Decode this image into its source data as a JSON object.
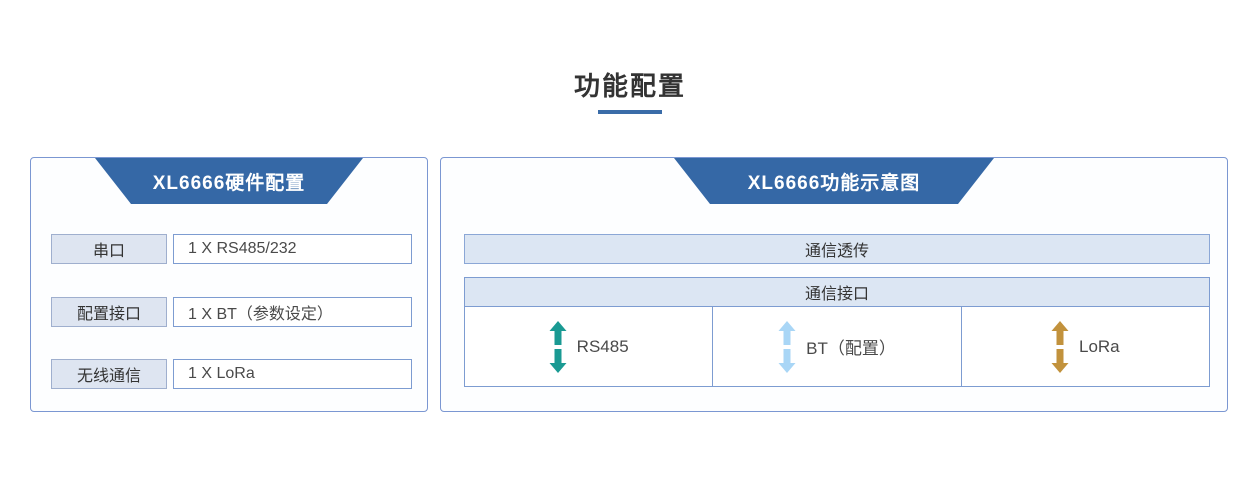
{
  "page": {
    "title": "功能配置",
    "accent": "#3568a6",
    "underline_color": "#3a6ca8"
  },
  "hardware_panel": {
    "header": "XL6666硬件配置",
    "rows": [
      {
        "label": "串口",
        "value": "1 X RS485/232"
      },
      {
        "label": "配置接口",
        "value": "1 X BT（参数设定）"
      },
      {
        "label": "无线通信",
        "value": "1 X LoRa"
      }
    ]
  },
  "diagram_panel": {
    "header": "XL6666功能示意图",
    "transparent_bar": "通信透传",
    "interface_header": "通信接口",
    "interfaces": [
      {
        "label": "RS485",
        "icon": "double-vertical-arrow",
        "arrow_color": "#1a9a93"
      },
      {
        "label": "BT（配置）",
        "icon": "double-vertical-arrow",
        "arrow_color": "#a9d6f6"
      },
      {
        "label": "LoRa",
        "icon": "double-vertical-arrow",
        "arrow_color": "#c2923c"
      }
    ]
  }
}
